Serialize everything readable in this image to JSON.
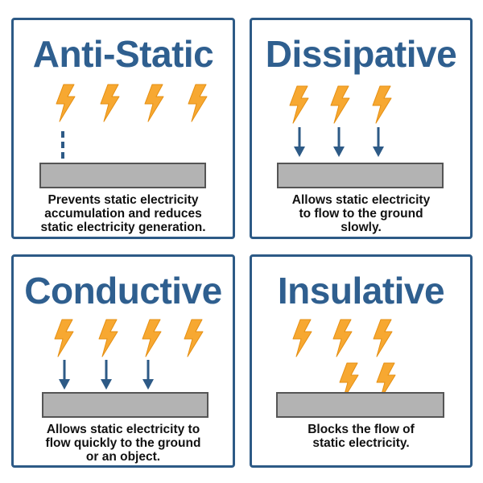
{
  "colors": {
    "border": "#2d5a86",
    "title": "#2f5f8f",
    "bolt": "#f7a831",
    "arrow": "#2d5a86",
    "plate": "#b3b3b3",
    "plate_border": "#555555"
  },
  "icons": {
    "bolt": "lightning-bolt-icon",
    "arrow": "arrow-down-icon"
  },
  "panels": [
    {
      "title": "Anti-Static",
      "description": [
        "Prevents static electricity",
        "accumulation and reduces",
        "static electricity generation."
      ]
    },
    {
      "title": "Dissipative",
      "description": [
        "Allows static electricity",
        "to flow to the ground",
        "slowly."
      ]
    },
    {
      "title": "Conductive",
      "description": [
        "Allows static electricity to",
        "flow quickly to the ground",
        "or an object."
      ]
    },
    {
      "title": "Insulative",
      "description": [
        "Blocks the flow of",
        "static electricity."
      ]
    }
  ]
}
